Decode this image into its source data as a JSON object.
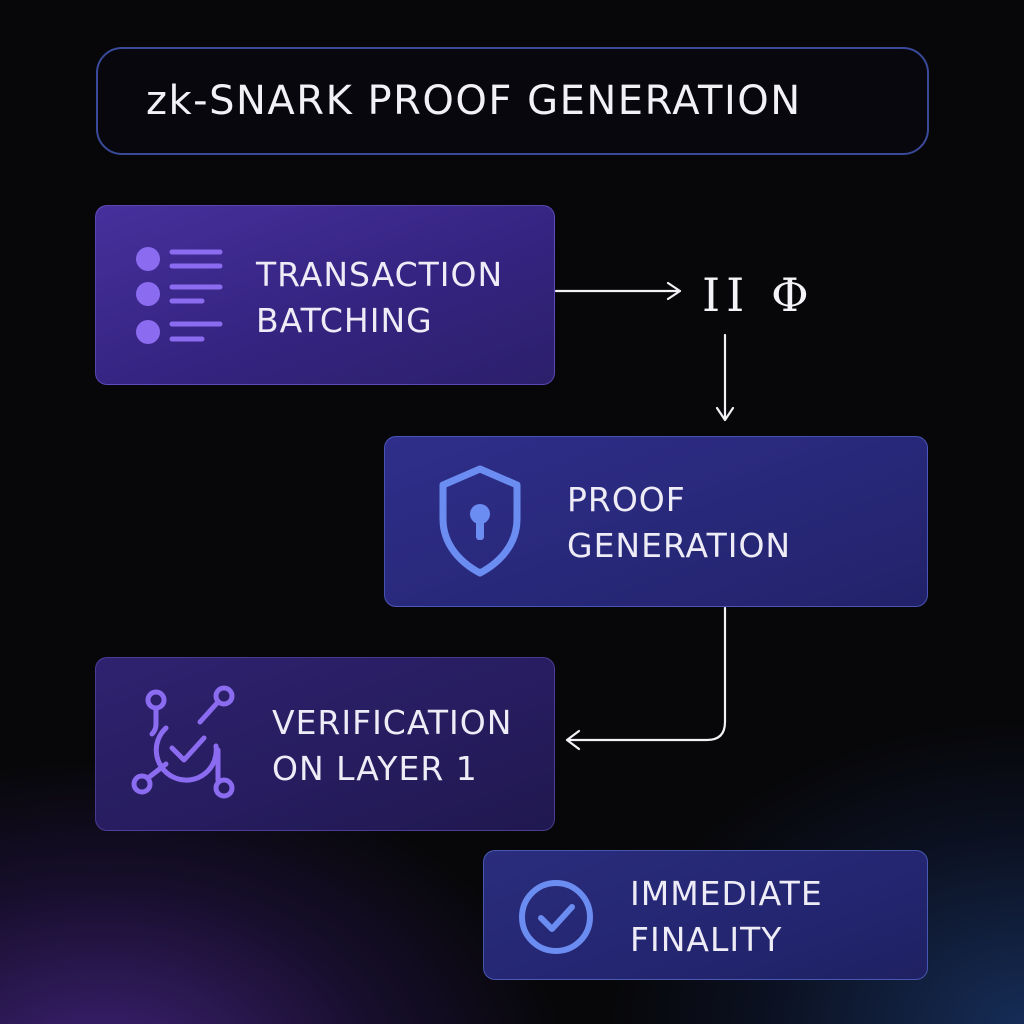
{
  "title": "zk-SNARK PROOF GENERATION",
  "symbols": "ΙΙ Φ",
  "steps": {
    "batching": {
      "label": "TRANSACTION\nBATCHING",
      "icon": "list-icon"
    },
    "proof": {
      "label": "PROOF\nGENERATION",
      "icon": "shield-lock-icon"
    },
    "verify": {
      "label": "VERIFICATION\nON LAYER 1",
      "icon": "network-check-icon"
    },
    "finality": {
      "label": "IMMEDIATE\nFINALITY",
      "icon": "check-circle-icon"
    }
  },
  "colors": {
    "accent_purple": "#8b6cf0",
    "accent_blue": "#6b8cf0",
    "border_blue": "#3a4a9a",
    "background": "#070709"
  }
}
